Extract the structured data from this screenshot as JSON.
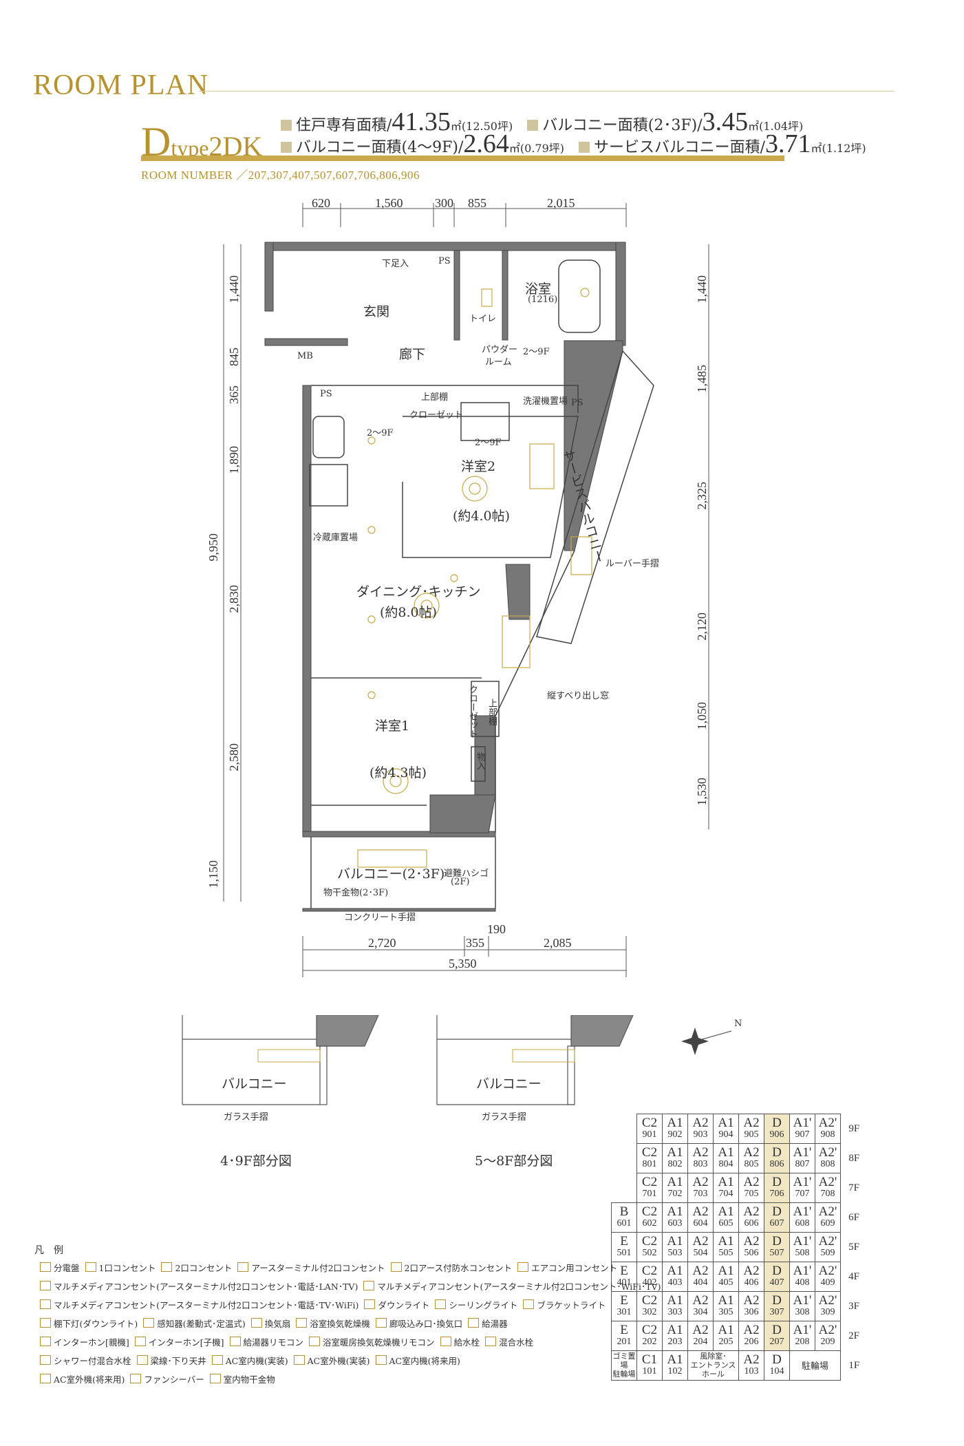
{
  "header": {
    "title": "ROOM PLAN",
    "type_main": "D",
    "type_sub": "type",
    "type_layout": "2DK",
    "room_number_label": "ROOM NUMBER ／207,307,407,507,607,706,806,906"
  },
  "specs": {
    "line1a_label": "住戸専有面積/",
    "line1a_value": "41.35",
    "line1a_unit": "㎡(12.50坪)",
    "line1b_label": "バルコニー面積(2･3F)/",
    "line1b_value": "3.45",
    "line1b_unit": "㎡(1.04坪)",
    "line2a_label": "バルコニー面積(4〜9F)/",
    "line2a_value": "2.64",
    "line2a_unit": "㎡(0.79坪)",
    "line2b_label": "サービスバルコニー面積/",
    "line2b_value": "3.71",
    "line2b_unit": "㎡(1.12坪)"
  },
  "dimensions": {
    "top": [
      "620",
      "1,560",
      "300",
      "855",
      "2,015"
    ],
    "left": [
      "1,440",
      "845",
      "365",
      "1,890",
      "2,830",
      "2,580",
      "1,150"
    ],
    "left_total": "9,950",
    "right": [
      "1,440",
      "1,485",
      "2,325",
      "2,120",
      "1,050",
      "1,530"
    ],
    "bottom": [
      "2,720",
      "355",
      "190",
      "2,085"
    ],
    "bottom_total": "5,350"
  },
  "rooms": {
    "shoe": "下足入",
    "ps1": "PS",
    "ps2": "PS",
    "ps3": "PS",
    "bath": "浴室",
    "bath_size": "(1216)",
    "entrance": "玄関",
    "toilet": "トイレ",
    "mb": "MB",
    "hall": "廊下",
    "powder": "パウダー",
    "powder2": "ルーム",
    "floor_note1": "2〜9F",
    "floor_note2": "2〜9F",
    "floor_note3": "2〜9F",
    "upper_shelf": "上部棚",
    "closet1": "クローゼット",
    "washer": "洗濯機置場",
    "western2": "洋室2",
    "western2_size": "(約4.0帖)",
    "service_balcony": "サービスバルコニー",
    "fridge": "冷蔵庫置場",
    "dk": "ダイニング･キッチン",
    "dk_size": "(約8.0帖)",
    "louver": "ルーバー手摺",
    "window": "縦すべり出し窓",
    "western1": "洋室1",
    "western1_size": "(約4.3帖)",
    "closet2": "クローゼット",
    "upper_shelf2": "上部棚",
    "storage": "物入",
    "balcony": "バルコニー(2･3F)",
    "ladder": "避難ハシゴ",
    "ladder_floor": "(2F)",
    "laundry_rack": "物干金物(2･3F)",
    "concrete_rail": "コンクリート手摺"
  },
  "partials": [
    {
      "balcony": "バルコニー",
      "rail": "ガラス手摺",
      "caption": "4･9F部分図"
    },
    {
      "balcony": "バルコニー",
      "rail": "ガラス手摺",
      "caption": "5〜8F部分図"
    }
  ],
  "compass": {
    "north": "N"
  },
  "floor_table": {
    "rows": [
      {
        "floor": "9F",
        "cells": [
          null,
          [
            "C2",
            "901"
          ],
          [
            "A1",
            "902"
          ],
          [
            "A2",
            "903"
          ],
          [
            "A1",
            "904"
          ],
          [
            "A2",
            "905"
          ],
          [
            "D",
            "906"
          ],
          [
            "A1'",
            "907"
          ],
          [
            "A2'",
            "908"
          ]
        ]
      },
      {
        "floor": "8F",
        "cells": [
          null,
          [
            "C2",
            "801"
          ],
          [
            "A1",
            "802"
          ],
          [
            "A2",
            "803"
          ],
          [
            "A1",
            "804"
          ],
          [
            "A2",
            "805"
          ],
          [
            "D",
            "806"
          ],
          [
            "A1'",
            "807"
          ],
          [
            "A2'",
            "808"
          ]
        ]
      },
      {
        "floor": "7F",
        "cells": [
          null,
          [
            "C2",
            "701"
          ],
          [
            "A1",
            "702"
          ],
          [
            "A2",
            "703"
          ],
          [
            "A1",
            "704"
          ],
          [
            "A2",
            "705"
          ],
          [
            "D",
            "706"
          ],
          [
            "A1'",
            "707"
          ],
          [
            "A2'",
            "708"
          ]
        ]
      },
      {
        "floor": "6F",
        "cells": [
          [
            "B",
            "601"
          ],
          [
            "C2",
            "602"
          ],
          [
            "A1",
            "603"
          ],
          [
            "A2",
            "604"
          ],
          [
            "A1",
            "605"
          ],
          [
            "A2",
            "606"
          ],
          [
            "D",
            "607"
          ],
          [
            "A1'",
            "608"
          ],
          [
            "A2'",
            "609"
          ]
        ]
      },
      {
        "floor": "5F",
        "cells": [
          [
            "E",
            "501"
          ],
          [
            "C2",
            "502"
          ],
          [
            "A1",
            "503"
          ],
          [
            "A2",
            "504"
          ],
          [
            "A1",
            "505"
          ],
          [
            "A2",
            "506"
          ],
          [
            "D",
            "507"
          ],
          [
            "A1'",
            "508"
          ],
          [
            "A2'",
            "509"
          ]
        ]
      },
      {
        "floor": "4F",
        "cells": [
          [
            "E",
            "401"
          ],
          [
            "C2",
            "402"
          ],
          [
            "A1",
            "403"
          ],
          [
            "A2",
            "404"
          ],
          [
            "A1",
            "405"
          ],
          [
            "A2",
            "406"
          ],
          [
            "D",
            "407"
          ],
          [
            "A1'",
            "408"
          ],
          [
            "A2'",
            "409"
          ]
        ]
      },
      {
        "floor": "3F",
        "cells": [
          [
            "E",
            "301"
          ],
          [
            "C2",
            "302"
          ],
          [
            "A1",
            "303"
          ],
          [
            "A2",
            "304"
          ],
          [
            "A1",
            "305"
          ],
          [
            "A2",
            "306"
          ],
          [
            "D",
            "307"
          ],
          [
            "A1'",
            "308"
          ],
          [
            "A2'",
            "309"
          ]
        ]
      },
      {
        "floor": "2F",
        "cells": [
          [
            "E",
            "201"
          ],
          [
            "C2",
            "202"
          ],
          [
            "A1",
            "203"
          ],
          [
            "A2",
            "204"
          ],
          [
            "A1",
            "205"
          ],
          [
            "A2",
            "206"
          ],
          [
            "D",
            "207"
          ],
          [
            "A1'",
            "208"
          ],
          [
            "A2'",
            "209"
          ]
        ]
      }
    ],
    "ground": {
      "floor": "1F",
      "garbage": "ゴミ置場",
      "bike": "駐輪場",
      "c1": [
        "C1",
        "101"
      ],
      "a1": [
        "A1",
        "102"
      ],
      "hall1": "風除室･",
      "hall2": "エントランス",
      "hall3": "ホール",
      "a2": [
        "A2",
        "103"
      ],
      "d": [
        "D",
        "104"
      ],
      "parking": "駐輪場"
    }
  },
  "legend": {
    "title": "凡　例",
    "rows": [
      [
        "分電盤",
        "1口コンセント",
        "2口コンセント",
        "アースターミナル付2口コンセント",
        "2口アース付防水コンセント",
        "エアコン用コンセント"
      ],
      [
        "マルチメディアコンセント(アースターミナル付2口コンセント･電話･LAN･TV)",
        "マルチメディアコンセント(アースターミナル付2口コンセント･WiFi･TV)"
      ],
      [
        "マルチメディアコンセント(アースターミナル付2口コンセント･電話･TV･WiFi)",
        "ダウンライト",
        "シーリングライト",
        "ブラケットライト"
      ],
      [
        "棚下灯(ダウンライト)",
        "感知器(差動式･定温式)",
        "換気扇",
        "浴室換気乾燥機",
        "廊吸込み口･換気口",
        "給湯器"
      ],
      [
        "インターホン[親機]",
        "インターホン[子機]",
        "給湯器リモコン",
        "浴室暖房換気乾燥機リモコン",
        "給水栓",
        "混合水栓"
      ],
      [
        "シャワー付混合水栓",
        "梁線･下り天井",
        "AC室内機(実装)",
        "AC室外機(実装)",
        "AC室内機(将来用)"
      ],
      [
        "AC室外機(将来用)",
        "ファンシーバー",
        "室内物干金物"
      ]
    ]
  },
  "colors": {
    "gold": "#b8922e",
    "highlight": "#f2e7c4",
    "wall": "#555555"
  }
}
